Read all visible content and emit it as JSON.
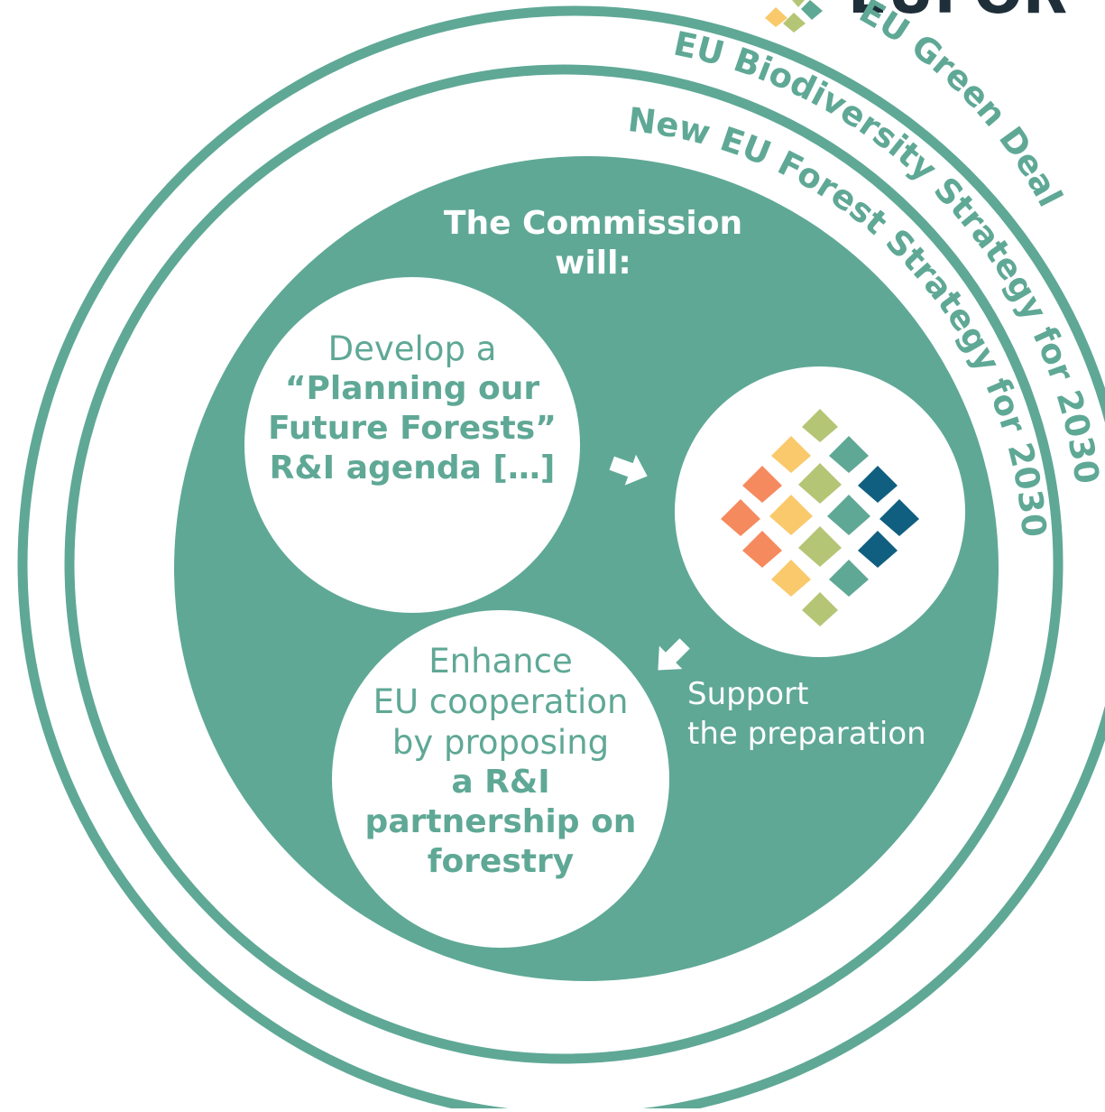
{
  "logo": {
    "wordmark": "EUFOR"
  },
  "rings": {
    "outer_label": "EU Green Deal",
    "middle_label": "EU Biodiversity Strategy for 2030",
    "inner_label": "New EU Forest Strategy for 2030"
  },
  "commission": {
    "line1": "The Commission",
    "line2": "will:"
  },
  "bubble_top": {
    "line1": "Develop a",
    "line2": "“Planning our",
    "line3": "Future Forests”",
    "line4": "R&I agenda […]"
  },
  "bubble_bottom": {
    "line1": "Enhance",
    "line2": "EU cooperation",
    "line3": "by proposing",
    "line4": "a R&I",
    "line5": "partnership on",
    "line6": "forestry"
  },
  "support": {
    "line1": "Support",
    "line2": "the preparation"
  },
  "colors": {
    "teal": "#5fa896",
    "orange": "#f58a5e",
    "yellow": "#f9c96c",
    "olive": "#b5c576",
    "navy": "#105f80"
  },
  "icons": {
    "arrow_right": "arrow-right-icon",
    "arrow_down_left": "arrow-down-left-icon",
    "logo_mark": "eufor-leaf-logo-icon"
  }
}
